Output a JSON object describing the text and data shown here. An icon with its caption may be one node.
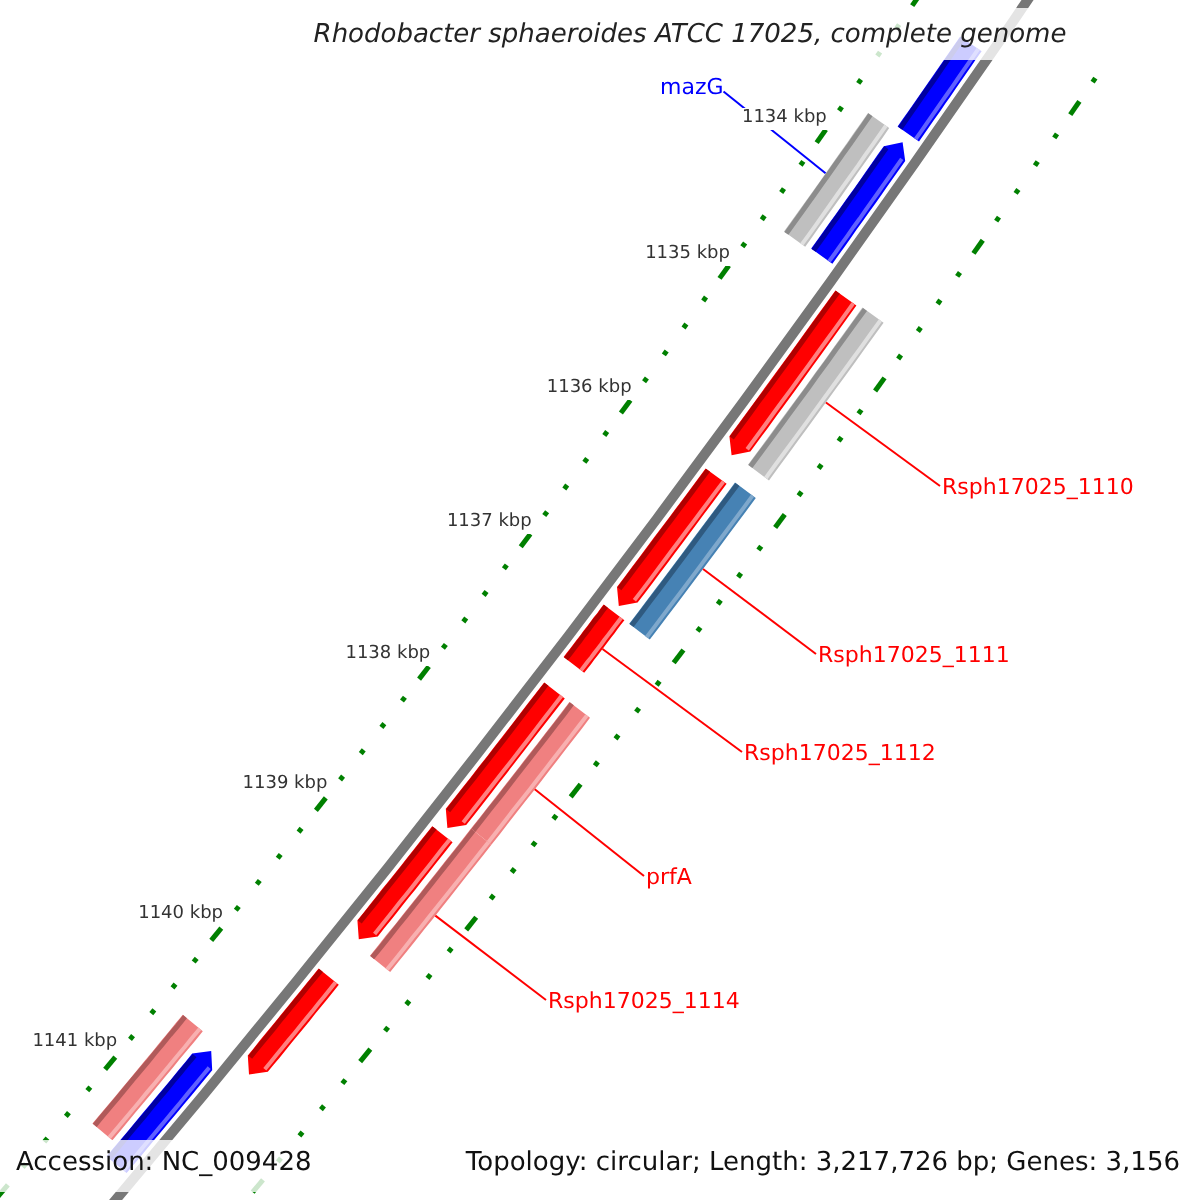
{
  "diagram": {
    "title": "Rhodobacter sphaeroides ATCC 17025, complete genome",
    "nodes": [
      {
        "text": [
          "mazG"
        ]
      },
      {
        "text": [],
        "shape": "bar"
      },
      {
        "text": [
          "Rsph17025_1110"
        ]
      },
      {
        "text": [],
        "shape": "bar"
      },
      {
        "text": [
          "Rsph17025_1111"
        ]
      },
      {
        "text": [],
        "shape": "bar"
      },
      {
        "text": [
          "Rsph17025_1112"
        ]
      },
      {
        "text": [],
        "shape": "bar"
      },
      {
        "text": [
          "prfA"
        ]
      },
      {
        "text": [],
        "shape": "bar"
      },
      {
        "text": [
          "Rsph17025_1114"
        ]
      },
      {
        "text": [],
        "shape": "bar"
      },
      {
        "text": [],
        "shape": "bar"
      }
    ],
    "edges": [
      {
        "from": 0,
        "to": 1,
        "arrow": "none",
        "color": "#0000ff"
      },
      {
        "from": 2,
        "to": 3,
        "arrow": "none"
      },
      {
        "from": 4,
        "to": 5,
        "arrow": "none"
      },
      {
        "from": 6,
        "to": 7,
        "arrow": "none"
      },
      {
        "from": 8,
        "to": 9,
        "arrow": "none"
      },
      {
        "from": 10,
        "to": 11,
        "arrow": "none"
      }
    ],
    "labels": [
      "1134 kbp",
      "1135 kbp",
      "1136 kbp",
      "1137 kbp",
      "1138 kbp",
      "1139 kbp",
      "1140 kbp",
      "1141 kbp",
      "Accession: NC_009428",
      "Topology: circular; Length: 3,217,726 bp; Genes: 3,156"
    ]
  }
}
